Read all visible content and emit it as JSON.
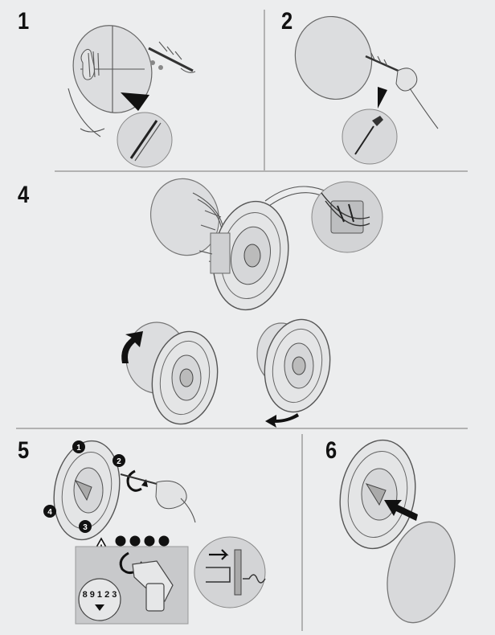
{
  "steps": [
    {
      "id": "1",
      "label": "1"
    },
    {
      "id": "2",
      "label": "2"
    },
    {
      "id": "4",
      "label": "4"
    },
    {
      "id": "5",
      "label": "5"
    },
    {
      "id": "6",
      "label": "6"
    }
  ],
  "step5": {
    "screw_markers": [
      "1",
      "2",
      "3",
      "4"
    ],
    "sequence_dots": [
      "",
      "",
      "",
      ""
    ],
    "warning_symbol": "!",
    "torque_scale": "8 9 1 2 3"
  },
  "colors": {
    "background": "#ecedee",
    "panel_gray": "#c8c9cb",
    "circle_fill": "#d8d9db",
    "ink": "#111111"
  }
}
